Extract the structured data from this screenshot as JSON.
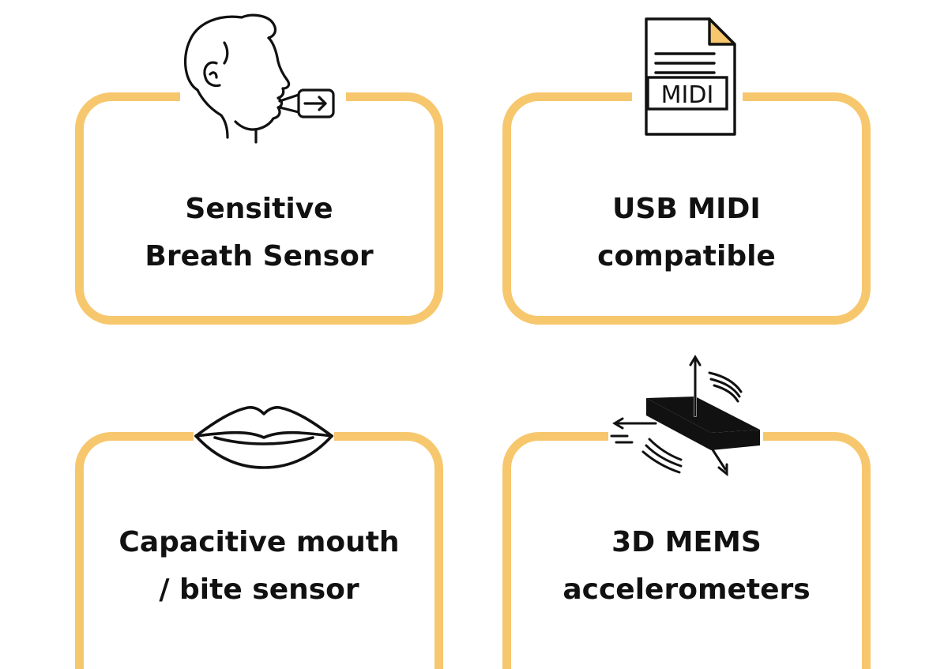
{
  "features": [
    {
      "line1": "Sensitive",
      "line2": "Breath Sensor",
      "icon": "breath-icon"
    },
    {
      "line1": "USB MIDI",
      "line2": "compatible",
      "icon": "midi-file-icon",
      "icon_text": "MIDI"
    },
    {
      "line1": "Capacitive mouth",
      "line2": "/ bite sensor",
      "icon": "lips-icon"
    },
    {
      "line1": "3D MEMS",
      "line2": "accelerometers",
      "icon": "accelerometer-icon"
    }
  ],
  "colors": {
    "border": "#f7c76e",
    "text": "#111111",
    "icon_fold": "#f7c76e"
  }
}
